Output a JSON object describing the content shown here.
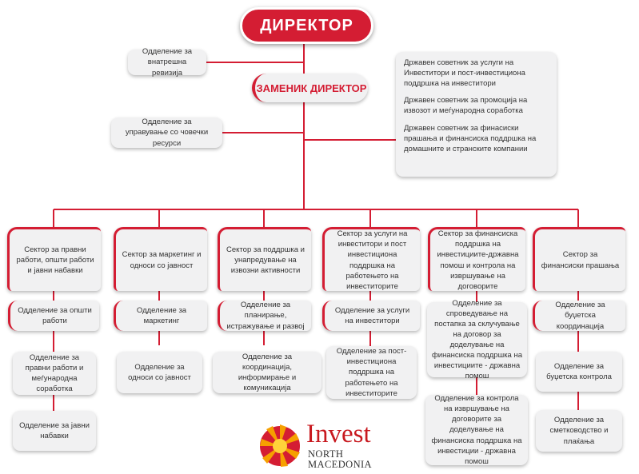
{
  "director": "ДИРЕКТОР",
  "deputy": "ЗАМЕНИК ДИРЕКТОР",
  "audit": "Одделение за внатрешна ревизија",
  "hr": "Одделение за управување со човечки ресурси",
  "advisors": [
    "Државен советник за услуги на Инвеститори и пост-инвестициона поддршка на инвеститори",
    "Државен советник за промоција на извозот и меѓународна соработка",
    "Државен советник за финасиски прашања и финансиска поддршка на домашните и странските компании"
  ],
  "sectors": [
    {
      "title": "Сектор за правни работи, општи работи и јавни набавки",
      "units": [
        "Одделение за општи работи",
        "Одделение за правни работи и меѓународна соработка",
        "Одделение за јавни набавки"
      ]
    },
    {
      "title": "Сектор за маркетинг и односи со јавност",
      "units": [
        "Одделение за маркетинг",
        "Одделение за односи со јавност"
      ]
    },
    {
      "title": "Сектор за поддршка и унапредување на извозни активности",
      "units": [
        "Одделение за планирање, истражување и развој",
        "Одделение за координација, информирање и комуникација"
      ]
    },
    {
      "title": "Сектор за услуги на инвеститори и пост инвестициона поддршка на работењето на инвеститорите",
      "units": [
        "Одделение за услуги на инвеститори",
        "Одделение за пост-инвестициона поддршка на работењето на инвеститорите"
      ]
    },
    {
      "title": "Сектор за финансиска поддршка на инвестициите-државна помош и контрола на извршување на договорите",
      "units": [
        "Одделение за спроведување на постапка за склучување на договор за доделување на финансиска поддршка на инвестициите - државна помош",
        "Одделение за контрола на извршување на договорите за доделување на финансиска поддршка на инвестиции - државна помош"
      ]
    },
    {
      "title": "Сектор за финансиски прашања",
      "units": [
        "Одделение за буџетска координација",
        "Одделение за буџетска контрола",
        "Одделение за сметководство и плаќања"
      ]
    }
  ],
  "logo": {
    "word": "Invest",
    "line1": "NORTH",
    "line2": "MACEDONIA"
  },
  "colors": {
    "accent": "#d41d33",
    "box": "#f1f1f2"
  }
}
